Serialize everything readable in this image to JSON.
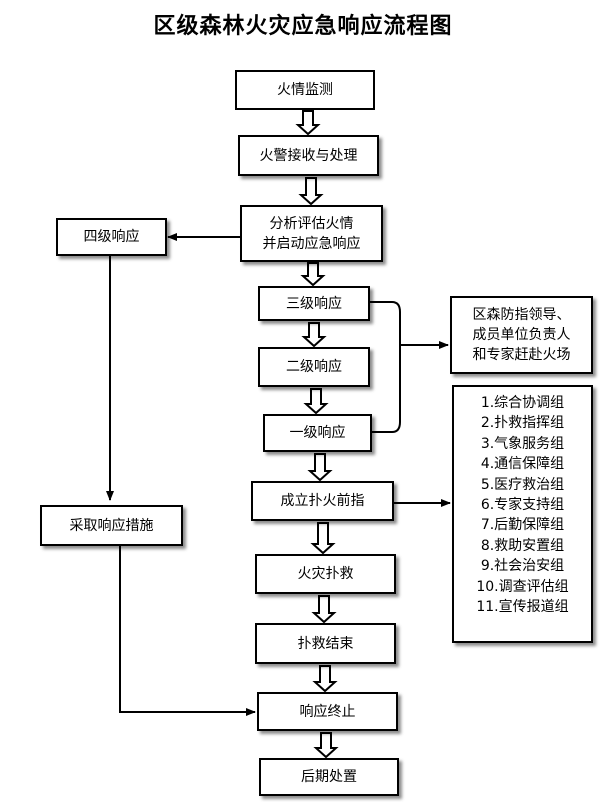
{
  "title": "区级森林火灾应急响应流程图",
  "nodes": {
    "monitor": "火情监测",
    "alarm": "火警接收与处理",
    "assess_line1": "分析评估火情",
    "assess_line2": "并启动应急响应",
    "level4": "四级响应",
    "level3": "三级响应",
    "level2": "二级响应",
    "level1": "一级响应",
    "leaders_line1": "区森防指领导、",
    "leaders_line2": "成员单位负责人",
    "leaders_line3": "和专家赶赴火场",
    "command": "成立扑火前指",
    "measures": "采取响应措施",
    "fight": "火灾扑救",
    "end_fight": "扑救结束",
    "terminate": "响应终止",
    "aftermath": "后期处置"
  },
  "groups": [
    "1.综合协调组",
    "2.扑救指挥组",
    "3.气象服务组",
    "4.通信保障组",
    "5.医疗救治组",
    "6.专家支持组",
    "7.后勤保障组",
    "8.救助安置组",
    "9.社会治安组",
    "10.调查评估组",
    "11.宣传报道组"
  ]
}
